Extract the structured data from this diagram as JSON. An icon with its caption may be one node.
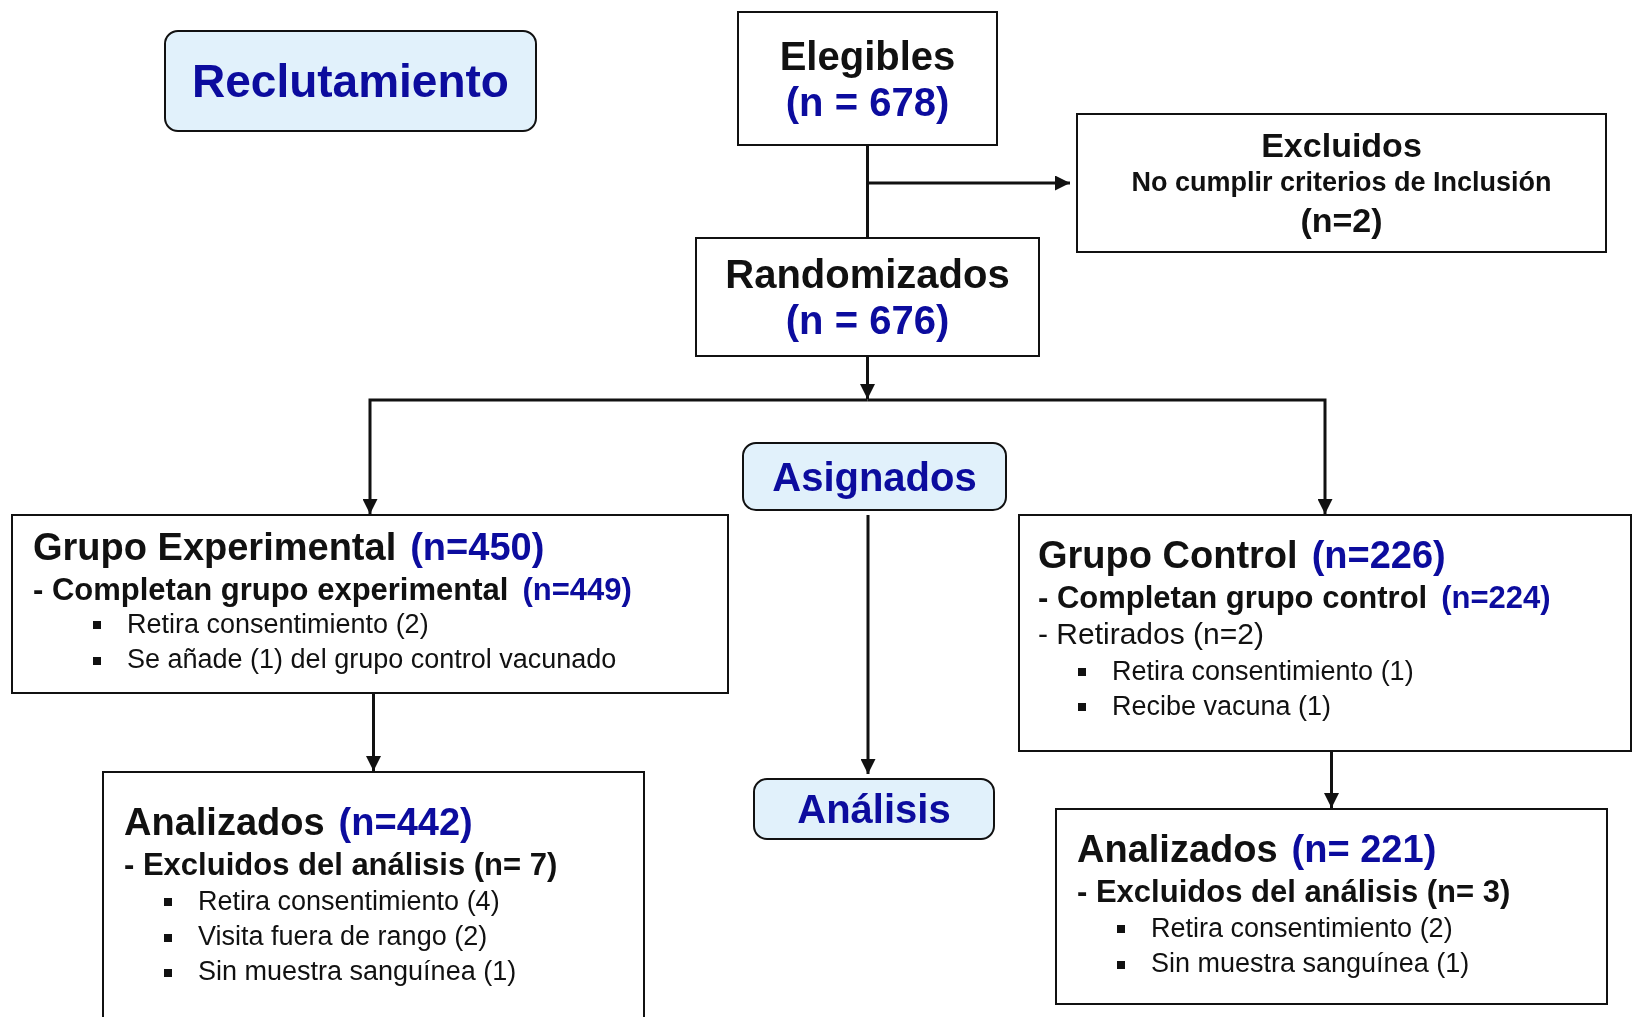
{
  "diagram": {
    "nodes": [
      {
        "text": [
          "Reclutamiento"
        ]
      },
      {
        "text": [
          "Elegibles",
          "(n = 678)"
        ]
      },
      {
        "text": [
          "Excluidos",
          "No cumplir criterios de Inclusión",
          "(n=2)"
        ]
      },
      {
        "text": [
          "Randomizados",
          "(n = 676)"
        ]
      },
      {
        "text": [
          "Asignados"
        ]
      },
      {
        "text": [
          "Grupo Experimental",
          "(n=450)",
          "- Completan grupo experimental",
          "(n=449)",
          "Retira consentimiento (2)",
          "Se añade (1) del grupo control vacunado"
        ]
      },
      {
        "text": [
          "Grupo Control",
          "(n=226)",
          "- Completan grupo control",
          "(n=224)",
          "- Retirados (n=2)",
          "Retira consentimiento (1)",
          "Recibe vacuna (1)"
        ]
      },
      {
        "text": [
          "Análisis"
        ]
      },
      {
        "text": [
          "Analizados",
          "(n=442)",
          "- Excluidos del análisis (n= 7)",
          "Retira consentimiento (4)",
          "Visita fuera de rango (2)",
          "Sin muestra sanguínea (1)"
        ]
      },
      {
        "text": [
          "Analizados",
          "(n= 221)",
          "- Excluidos del análisis (n= 3)",
          "Retira consentimiento (2)",
          "Sin muestra sanguínea (1)"
        ]
      }
    ],
    "edges": [
      {
        "from": 1,
        "to": 3,
        "arrow": "none"
      },
      {
        "from": 1,
        "to": 2,
        "arrow": "to"
      },
      {
        "from": 3,
        "to": 5,
        "arrow": "to"
      },
      {
        "from": 3,
        "to": 6,
        "arrow": "to"
      },
      {
        "from": 4,
        "to": 7,
        "arrow": "to"
      },
      {
        "from": 5,
        "to": 8,
        "arrow": "to"
      },
      {
        "from": 6,
        "to": 9,
        "arrow": "to"
      }
    ]
  }
}
